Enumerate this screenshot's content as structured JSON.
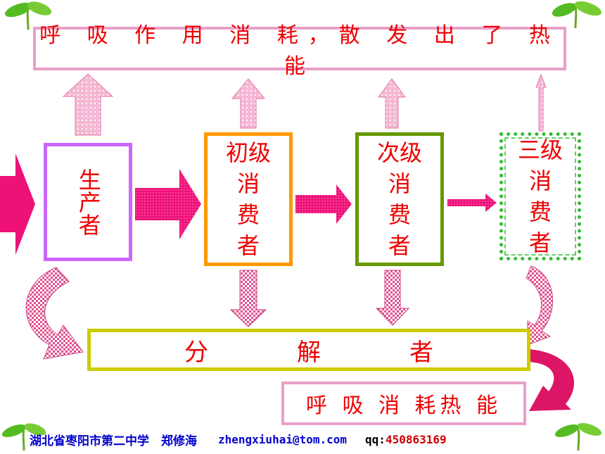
{
  "top_banner": "呼 吸 作 用 消 耗，散 发 出 了 热 能",
  "producer": "生产者",
  "primary": [
    "初级",
    "消",
    "费",
    "者"
  ],
  "secondary": [
    "次级",
    "消",
    "费",
    "者"
  ],
  "tertiary": [
    "三级",
    "消",
    "费",
    "者"
  ],
  "decomposer": [
    "分",
    "解",
    "者"
  ],
  "bottom_banner": "呼 吸  消 耗热 能",
  "footer": {
    "school": "湖北省枣阳市第二中学　郑修海",
    "email": "zhengxiuhai@tom.com",
    "qq_label": "qq:",
    "qq": "450863169"
  },
  "colors": {
    "text": "#ee0000",
    "flow_arrow": "#ee1177",
    "heat_arrow": "#f2a6c8",
    "producer_border": "#cc66ff",
    "primary_border": "#ff9900",
    "secondary_border": "#669900",
    "tertiary_border": "#33bb33",
    "decomposer_border": "#cccc00",
    "banner_border": "#e8a0c8"
  }
}
